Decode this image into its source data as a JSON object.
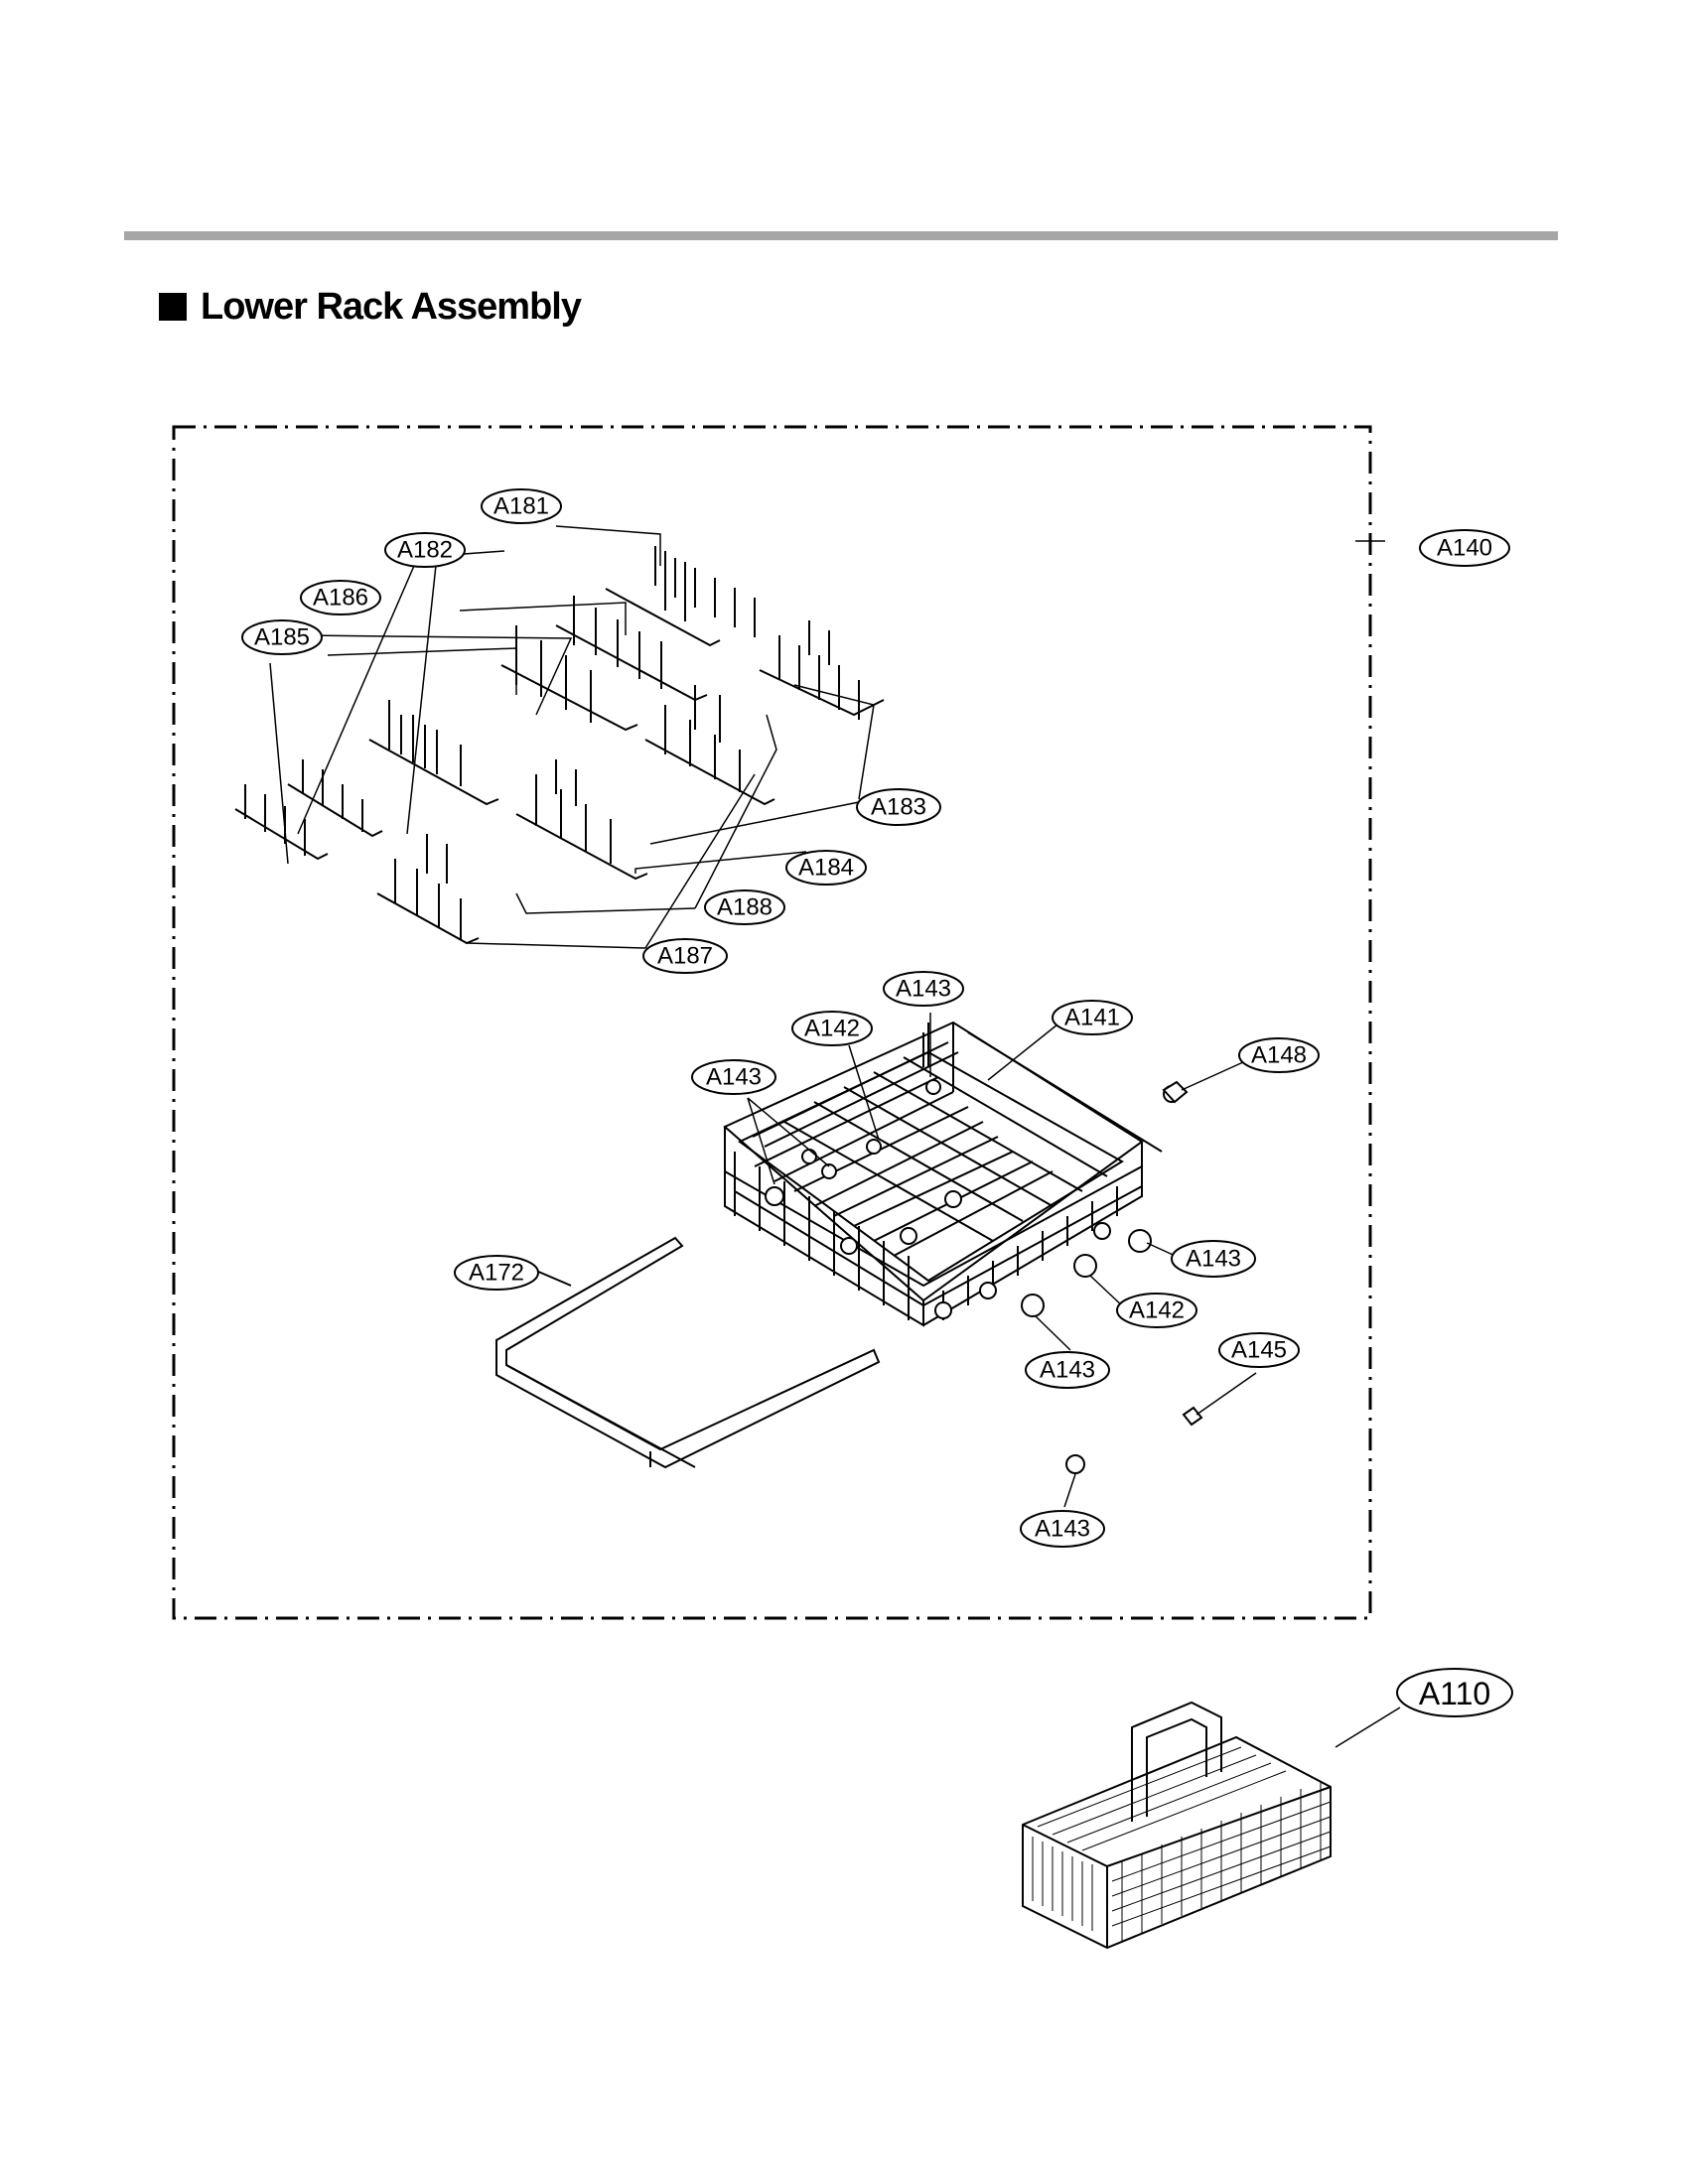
{
  "page": {
    "title": "Lower Rack Assembly"
  },
  "callouts": {
    "A140": "A140",
    "A181": "A181",
    "A182": "A182",
    "A186": "A186",
    "A185": "A185",
    "A183": "A183",
    "A184": "A184",
    "A188": "A188",
    "A187": "A187",
    "A143_a": "A143",
    "A143_b": "A143",
    "A142_a": "A142",
    "A141": "A141",
    "A148": "A148",
    "A143_c": "A143",
    "A142_b": "A142",
    "A143_d": "A143",
    "A145": "A145",
    "A143_e": "A143",
    "A172": "A172",
    "A110": "A110"
  }
}
